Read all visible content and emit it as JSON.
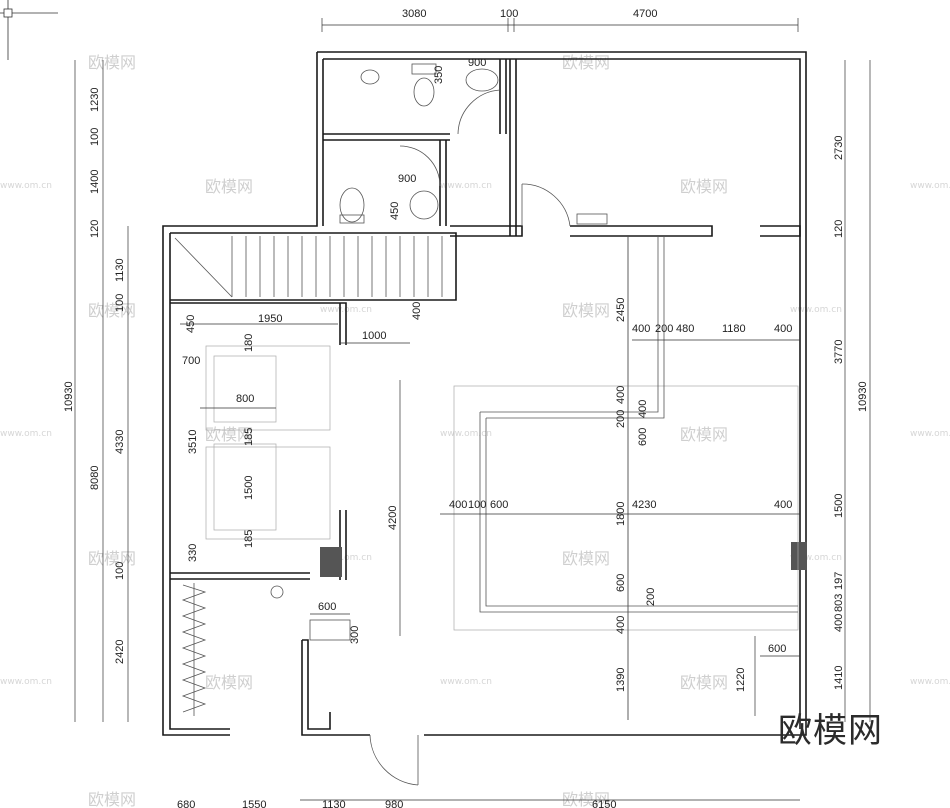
{
  "watermark": {
    "brand": "欧模网",
    "site": "www.om.cn"
  },
  "dims": {
    "top": [
      "3080",
      "100",
      "4700"
    ],
    "bottom": [
      "680",
      "1550",
      "1130",
      "980",
      "6150"
    ],
    "left_outer": [
      "1230",
      "100",
      "1400",
      "120",
      "10930"
    ],
    "left_inner": [
      "1130",
      "100",
      "4330",
      "100",
      "2420",
      "8080"
    ],
    "right": [
      "2730",
      "120",
      "3770",
      "1500",
      "197",
      "803",
      "400",
      "1410",
      "10930"
    ],
    "bath1": [
      "350",
      "900"
    ],
    "bath2": [
      "900",
      "450"
    ],
    "bed": [
      "1950",
      "450",
      "700",
      "180",
      "800",
      "185",
      "1500",
      "185",
      "3510",
      "330",
      "1000",
      "400"
    ],
    "living_top": [
      "2450",
      "400",
      "200",
      "400",
      "480",
      "1180",
      "400"
    ],
    "living_mid": [
      "200",
      "400",
      "600",
      "400",
      "100",
      "600",
      "4230",
      "400",
      "1800",
      "4200"
    ],
    "living_low": [
      "600",
      "200",
      "400",
      "1390",
      "1220",
      "600",
      "600",
      "300"
    ]
  }
}
